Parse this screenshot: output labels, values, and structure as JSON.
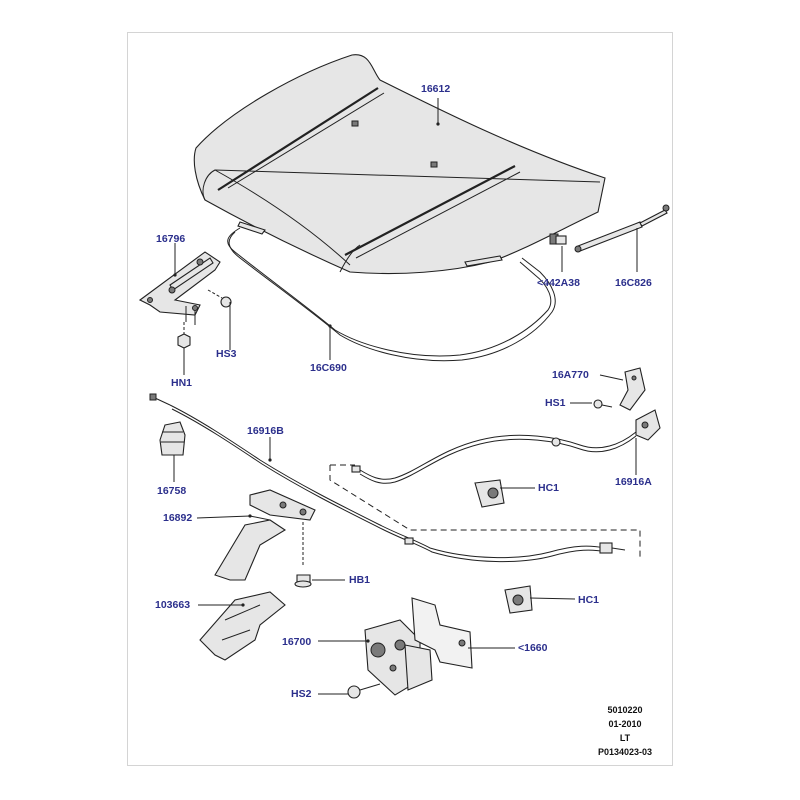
{
  "labels": {
    "l16612": "16612",
    "l16796": "16796",
    "l442A38": "<442A38",
    "l16C826": "16C826",
    "lHS3": "HS3",
    "lHN1": "HN1",
    "l16C690": "16C690",
    "l16A770": "16A770",
    "lHS1": "HS1",
    "l16916B": "16916B",
    "l16758": "16758",
    "lHC1a": "HC1",
    "l16916A": "16916A",
    "l16892": "16892",
    "lHB1": "HB1",
    "lHC1b": "HC1",
    "l103663": "103663",
    "l16700": "16700",
    "l1660": "<1660",
    "lHS2": "HS2"
  },
  "meta": {
    "code": "5010220",
    "date": "01-2010",
    "region": "LT",
    "ref": "P0134023-03"
  },
  "colors": {
    "label": "#2b2f8c",
    "line": "#222222",
    "panel_border": "#d4d4d4"
  }
}
